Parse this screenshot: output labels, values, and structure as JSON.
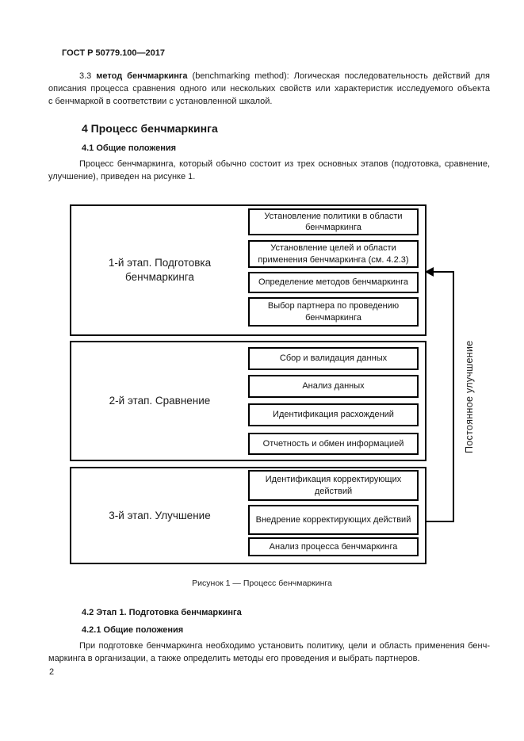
{
  "page": {
    "header": "ГОСТ Р 50779.100—2017",
    "page_number": "2"
  },
  "intro": {
    "num": "3.3",
    "term": " метод бенчмаркинга",
    "rest": " (benchmarking method): Логическая последовательность действий для",
    "line2": "описания процесса сравнения одного или нескольких свойств или характеристик исследуемого объекта",
    "line3": "с бенчмаркой в соответствии с установленной шкалой."
  },
  "section4": {
    "title": "4 Процесс бенчмаркинга",
    "sub_title": "4.1 Общие положения",
    "p_line1": "Процесс бенчмаркинга, который обычно состоит из трех основных этапов (подготовка, сравнение,",
    "p_line2": "улучшение), приведен на рисунке 1."
  },
  "figure": {
    "caption": "Рисунок 1 — Процесс бенчмаркинга",
    "side_label": "Постоянное улучшение",
    "stages": [
      {
        "label": "1-й этап. Подготовка бенчмаркинга",
        "boxes": [
          "Установление политики в области бенчмаркинга",
          "Установление целей и области применения бенчмаркинга (см. 4.2.3)",
          "Определение методов бенчмаркинга",
          "Выбор партнера по проведению бенчмаркинга"
        ]
      },
      {
        "label": "2-й этап. Сравнение",
        "boxes": [
          "Сбор и валидация данных",
          "Анализ данных",
          "Идентификация расхождений",
          "Отчетность и обмен информацией"
        ]
      },
      {
        "label": "3-й этап. Улучшение",
        "boxes": [
          "Идентификация корректирующих действий",
          "Внедрение корректирующих действий",
          "Анализ процесса бенчмаркинга"
        ]
      }
    ]
  },
  "section42": {
    "title": "4.2 Этап 1. Подготовка бенчмаркинга",
    "sub_title": "4.2.1 Общие положения",
    "p_line1": "При подготовке бенчмаркинга необходимо установить политику, цели и область применения бенч-",
    "p_line2": "маркинга в организации, а также определить методы его проведения и выбрать партнеров."
  }
}
